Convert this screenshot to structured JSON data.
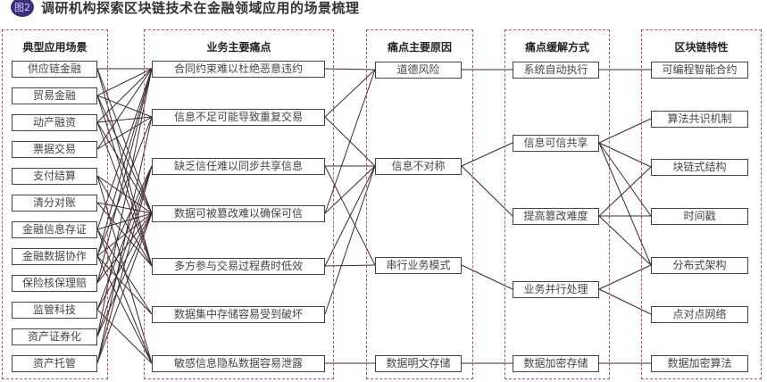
{
  "title": {
    "badge": "图2",
    "text": "调研机构探索区块链技术在金融领域应用的场景梳理"
  },
  "columns": [
    {
      "header": "典型应用场景",
      "items": [
        "供应链金融",
        "贸易金融",
        "动产融资",
        "票据交易",
        "支付结算",
        "清分对账",
        "金融信息存证",
        "金融数据协作",
        "保险核保理赔",
        "监管科技",
        "资产证券化",
        "资产托管"
      ]
    },
    {
      "header": "业务主要痛点",
      "items": [
        "合同约束难以杜绝恶意违约",
        "信息不足可能导致重复交易",
        "缺乏信任难以同步共享信息",
        "数据可被篡改难以确保可信",
        "多方参与交易过程费时低效",
        "数据集中存储容易受到破坏",
        "敏感信息隐私数据容易泄露"
      ]
    },
    {
      "header": "痛点主要原因",
      "items": [
        "道德风险",
        "信息不对称",
        "串行业务模式",
        "数据明文存储"
      ]
    },
    {
      "header": "痛点缓解方式",
      "items": [
        "系统自动执行",
        "信息可信共享",
        "提高篡改难度",
        "业务并行处理",
        "数据加密存储"
      ]
    },
    {
      "header": "区块链特性",
      "items": [
        "可编程智能合约",
        "算法共识机制",
        "块链式结构",
        "时间戳",
        "分布式架构",
        "点对点网络",
        "数据加密算法"
      ]
    }
  ],
  "links": [
    [
      [
        0,
        3,
        4
      ],
      [
        0,
        1,
        3,
        4
      ],
      [
        0,
        1,
        3,
        4
      ],
      [
        0,
        1
      ],
      [
        3,
        4,
        6
      ],
      [
        3,
        4
      ],
      [
        0,
        3,
        5,
        6
      ],
      [
        0,
        1,
        3,
        5,
        6
      ],
      [
        0,
        2,
        3
      ],
      [
        2,
        3,
        6
      ],
      [
        0,
        2,
        3
      ],
      [
        1,
        2,
        3
      ]
    ],
    [
      [
        0
      ],
      [
        0,
        1
      ],
      [
        1,
        2
      ],
      [
        0,
        1
      ],
      [
        1,
        2
      ],
      [
        1
      ],
      [
        3
      ]
    ],
    [
      [
        0
      ],
      [
        1,
        2
      ],
      [
        3
      ],
      [
        4
      ]
    ],
    [
      [
        0
      ],
      [
        1,
        2,
        3,
        4
      ],
      [
        2,
        3,
        4
      ],
      [
        4,
        5
      ],
      [
        6
      ]
    ]
  ]
}
